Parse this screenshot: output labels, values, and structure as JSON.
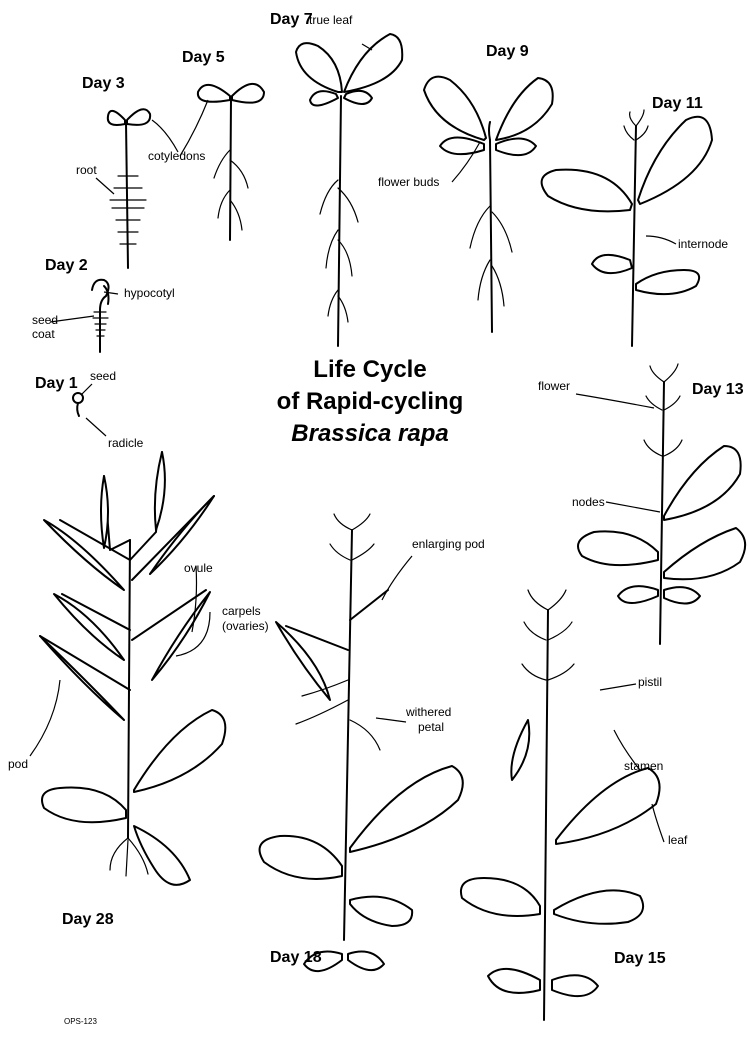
{
  "title": {
    "line1": "Life Cycle",
    "line2": "of Rapid-cycling",
    "line3": "Brassica rapa"
  },
  "days": {
    "d1": "Day 1",
    "d2": "Day 2",
    "d3": "Day 3",
    "d5": "Day 5",
    "d7": "Day 7",
    "d9": "Day 9",
    "d11": "Day 11",
    "d13": "Day 13",
    "d15": "Day 15",
    "d18": "Day 18",
    "d28": "Day 28"
  },
  "labels": {
    "seed": "seed",
    "radicle": "radicle",
    "seed_coat_1": "seed",
    "seed_coat_2": "coat",
    "hypocotyl": "hypocotyl",
    "root": "root",
    "cotyledons": "cotyledons",
    "true_leaf": "true leaf",
    "flower_buds": "flower buds",
    "internode": "internode",
    "flower": "flower",
    "nodes": "nodes",
    "enlarging_pod": "enlarging pod",
    "ovule": "ovule",
    "carpels_1": "carpels",
    "carpels_2": "(ovaries)",
    "withered_petal_1": "withered",
    "withered_petal_2": "petal",
    "pistil": "pistil",
    "stamen": "stamen",
    "leaf": "leaf",
    "pod": "pod"
  },
  "footer": {
    "code": "OPS-123"
  }
}
